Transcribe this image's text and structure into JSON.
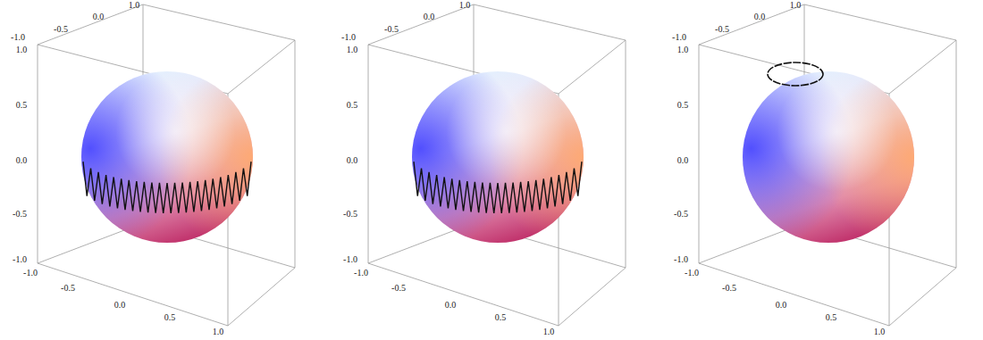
{
  "diagram": {
    "labels": [
      "1.0",
      "0.0",
      "-0.5",
      "-1.0",
      "1.0",
      "0.5",
      "0.0",
      "-0.5",
      "-1.0",
      "-1.0",
      "-0.5",
      "0.0",
      "0.5",
      "1.0",
      "1.0",
      "0.0",
      "-0.5",
      "-1.0",
      "1.0",
      "0.5",
      "0.0",
      "-0.5",
      "-1.0",
      "-1.0",
      "-0.5",
      "0.0",
      "0.5",
      "1.0",
      "1.0",
      "0.0",
      "-0.5",
      "-1.0",
      "1.0",
      "0.5",
      "0.0",
      "-0.5",
      "-1.0",
      "-1.0",
      "-0.5",
      "0.0",
      "0.5",
      "1.0"
    ]
  }
}
